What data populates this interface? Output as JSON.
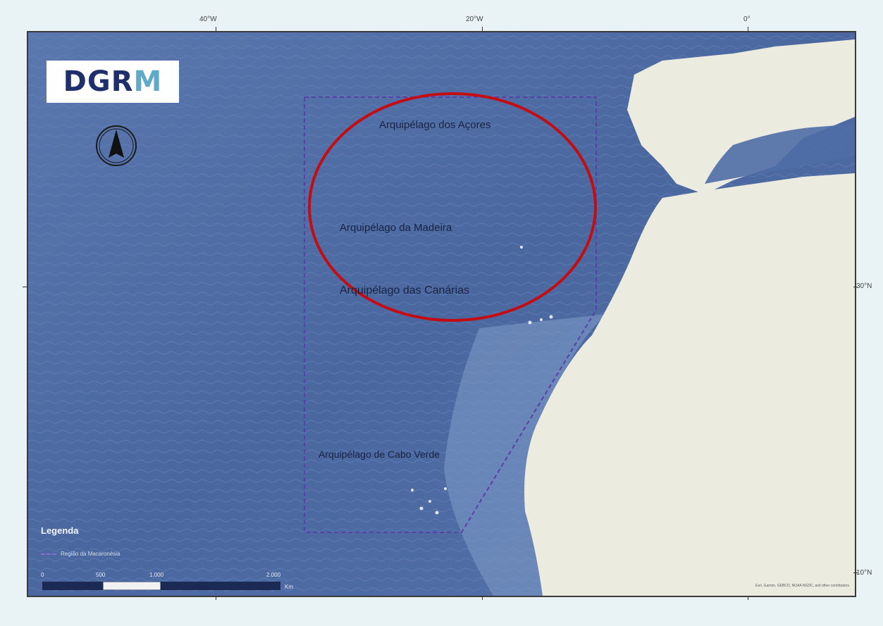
{
  "logo": {
    "text_main": "DGR",
    "text_accent": "M"
  },
  "graticule": {
    "top": [
      "40°W",
      "20°W",
      "0°"
    ],
    "right": [
      "30°N",
      "10°N"
    ]
  },
  "places": [
    "Arquipélago dos Açores",
    "Arquipélago da Madeira",
    "Arquipélago das Canárias",
    "Arquipélago de Cabo Verde"
  ],
  "legend": {
    "title": "Legenda",
    "items": [
      {
        "label": "Região da Macaronésia",
        "color": "#8b6fd0"
      }
    ]
  },
  "scale": {
    "labels": [
      "0",
      "500",
      "1.000",
      "2.000"
    ],
    "unit": "Km"
  },
  "credits": "Esri, Garmin, GEBCO, NOAA NGDC, and other contributors",
  "colors": {
    "ocean": "#4f6ea6",
    "land": "#ecebe0",
    "region_border": "#5b3fa8",
    "highlight_circle": "#c40d12"
  }
}
